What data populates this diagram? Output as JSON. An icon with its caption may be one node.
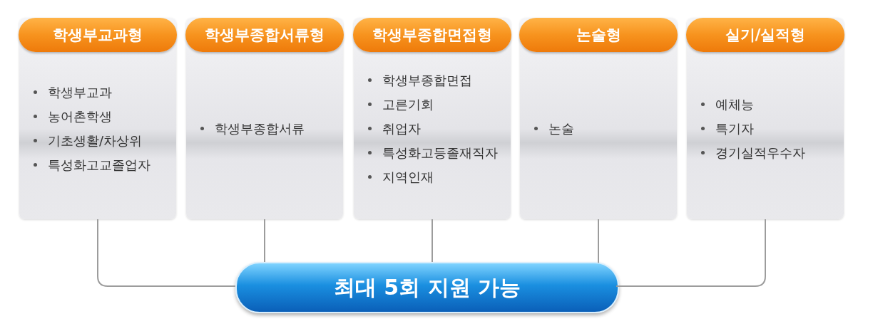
{
  "diagram": {
    "nodes": [
      {
        "text": [
          "학생부교과형",
          "학생부교과",
          "농어촌학생",
          "기초생활/차상위",
          "특성화고교졸업자"
        ]
      },
      {
        "text": [
          "학생부종합서류형",
          "학생부종합서류"
        ]
      },
      {
        "text": [
          "학생부종합면접형",
          "학생부종합면접",
          "고른기회",
          "취업자",
          "특성화고등졸재직자",
          "지역인재"
        ]
      },
      {
        "text": [
          "논술형",
          "논술"
        ]
      },
      {
        "text": [
          "실기/실적형",
          "예체능",
          "특기자",
          "경기실적우수자"
        ]
      },
      {
        "text": [
          "최대 **5회** 지원 가능"
        ]
      }
    ],
    "edges": [
      {
        "from": 0,
        "to": 5,
        "arrow": "none"
      },
      {
        "from": 1,
        "to": 5,
        "arrow": "none"
      },
      {
        "from": 2,
        "to": 5,
        "arrow": "none"
      },
      {
        "from": 3,
        "to": 5,
        "arrow": "none"
      },
      {
        "from": 4,
        "to": 5,
        "arrow": "none"
      }
    ]
  }
}
